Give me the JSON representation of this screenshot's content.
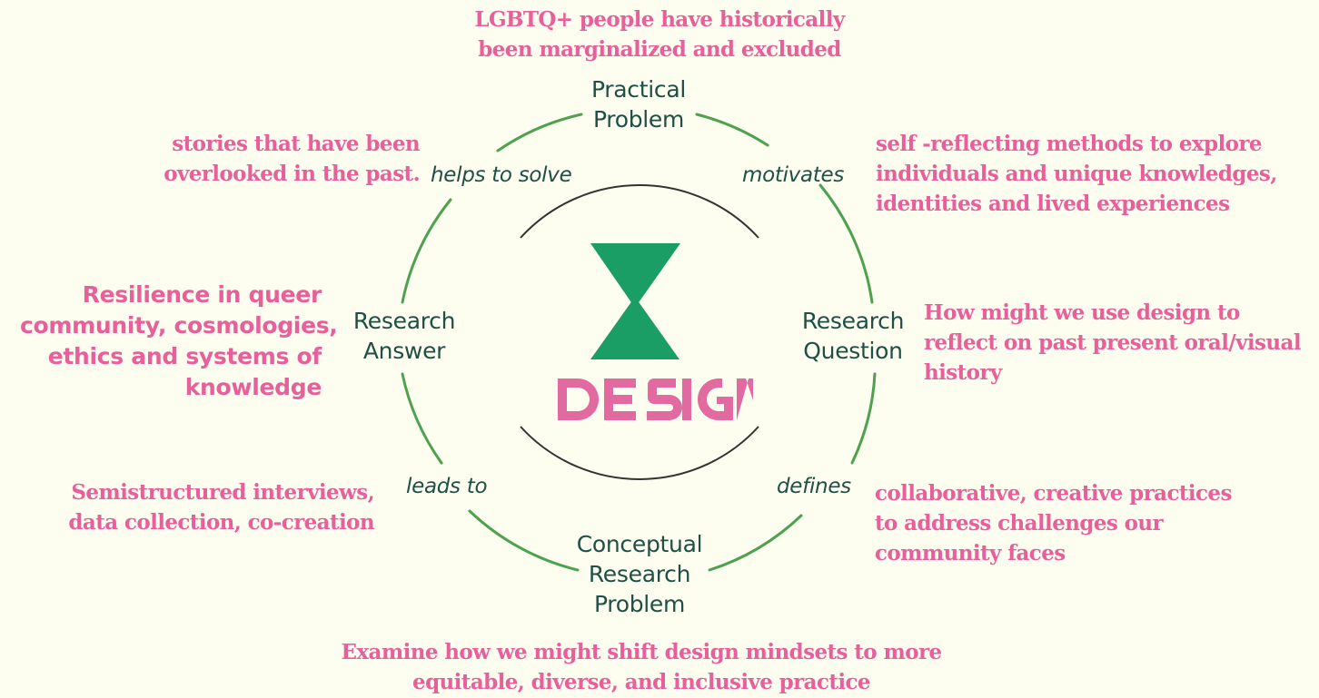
{
  "logo": {
    "word": "DESIGN",
    "colors": {
      "hourglass": "#1a9e66",
      "word": "#e36aa0"
    }
  },
  "colors": {
    "background": "#fdfdf0",
    "cycle": "#4ea24e",
    "inner_arc": "#333333",
    "node_text": "#1f4f45",
    "note_text": "#e8609a"
  },
  "nodes": {
    "practical_problem": [
      "Practical",
      "Problem"
    ],
    "research_question": [
      "Research",
      "Question"
    ],
    "conceptual_research_problem": [
      "Conceptual",
      "Research",
      "Problem"
    ],
    "research_answer": [
      "Research",
      "Answer"
    ]
  },
  "edges": {
    "motivates": "motivates",
    "defines": "defines",
    "leads_to": "leads to",
    "helps_to_solve": "helps to solve"
  },
  "notes": {
    "top": [
      "LGBTQ+ people have historically",
      "been marginalized and excluded"
    ],
    "upper_right": [
      "self -reflecting methods to explore",
      "individuals and unique knowledges,",
      "identities and lived experiences"
    ],
    "right": [
      "How might we use design to",
      "reflect on past present oral/visual",
      "history"
    ],
    "lower_right": [
      "collaborative, creative practices",
      "to address challenges our",
      "community faces"
    ],
    "bottom": [
      "Examine how we might shift design mindsets to more",
      "equitable, diverse, and inclusive practice"
    ],
    "lower_left": [
      "Semistructured interviews,",
      "data collection, co-creation"
    ],
    "left": [
      "Resilience in queer",
      "community, cosmologies,",
      "ethics and systems of",
      "knowledge"
    ],
    "upper_left": [
      "stories that have been",
      "overlooked in the past."
    ]
  }
}
